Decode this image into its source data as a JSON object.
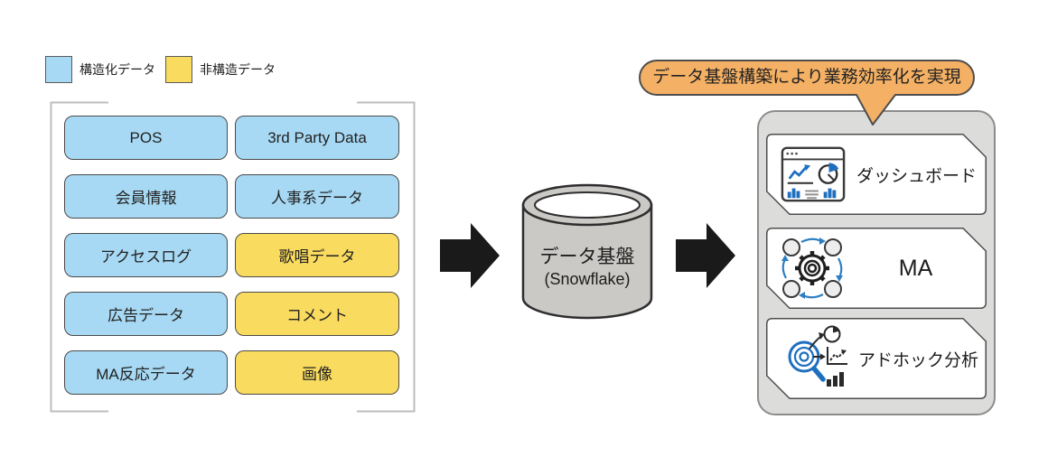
{
  "legend": {
    "structured": {
      "label": "構造化データ",
      "color": "#a7d9f4"
    },
    "unstructured": {
      "label": "非構造データ",
      "color": "#f9db5f"
    }
  },
  "sources": {
    "items": [
      {
        "label": "POS",
        "type": "structured"
      },
      {
        "label": "3rd Party Data",
        "type": "structured"
      },
      {
        "label": "会員情報",
        "type": "structured"
      },
      {
        "label": "人事系データ",
        "type": "structured"
      },
      {
        "label": "アクセスログ",
        "type": "structured"
      },
      {
        "label": "歌唱データ",
        "type": "unstructured"
      },
      {
        "label": "広告データ",
        "type": "structured"
      },
      {
        "label": "コメント",
        "type": "unstructured"
      },
      {
        "label": "MA反応データ",
        "type": "structured"
      },
      {
        "label": "画像",
        "type": "unstructured"
      }
    ]
  },
  "platform": {
    "title": "データ基盤",
    "subtitle": "(Snowflake)",
    "shape": "database-cylinder",
    "fill_color": "#cbc9c6"
  },
  "callout": {
    "text": "データ基盤構築により業務効率化を実現",
    "color": "#f4b064"
  },
  "outputs": {
    "items": [
      {
        "label": "ダッシュボード",
        "icon": "dashboard-icon"
      },
      {
        "label": "MA",
        "icon": "automation-gear-icon"
      },
      {
        "label": "アドホック分析",
        "icon": "adhoc-analysis-icon"
      }
    ]
  },
  "colors": {
    "structured_blue": "#a7d9f4",
    "unstructured_yellow": "#f9db5f",
    "callout_orange": "#f4b064",
    "panel_gray": "#dcdcdb",
    "cylinder_gray": "#cbc9c6",
    "arrow_black": "#1a1a1a",
    "icon_blue": "#1f6fbf"
  }
}
